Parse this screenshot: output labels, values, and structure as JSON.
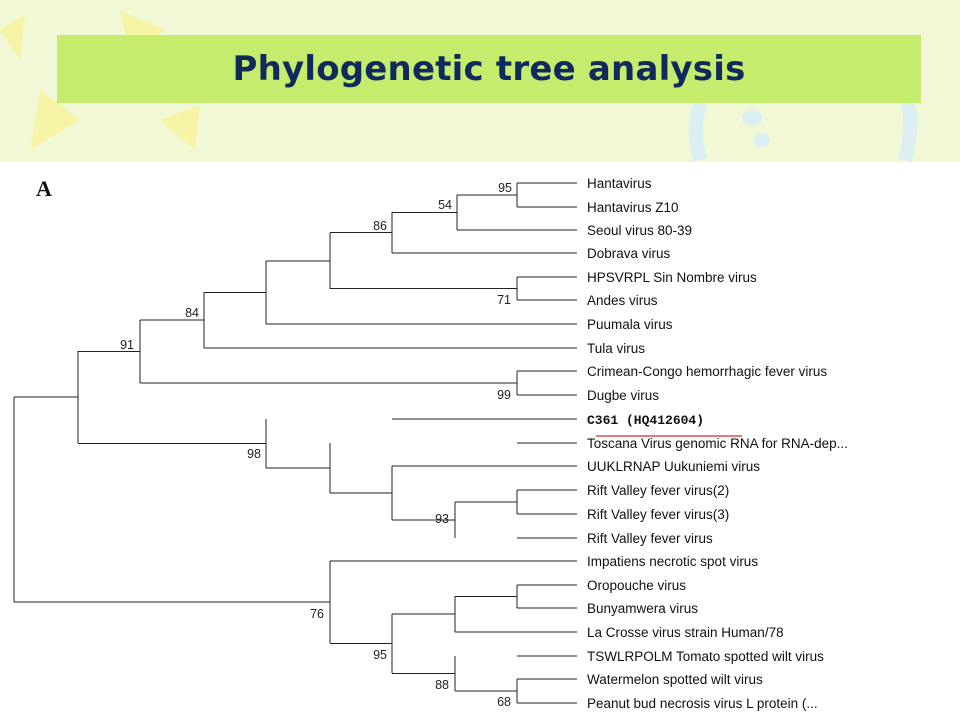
{
  "slide": {
    "title": "Phylogenetic tree analysis",
    "panel_label": "A",
    "highlight_color": "#d9534f",
    "title_color": "#102a5e",
    "title_bar_color": "#c5ec6c"
  },
  "tree": {
    "leaves": [
      "Hantavirus",
      "Hantavirus Z10",
      "Seoul virus 80-39",
      "Dobrava virus",
      "HPSVRPL Sin Nombre virus",
      "Andes virus",
      "Puumala virus",
      "Tula virus",
      "Crimean-Congo hemorrhagic fever virus",
      "Dugbe virus",
      "C361 (HQ412604)",
      "Toscana Virus genomic RNA for RNA-dep...",
      "UUKLRNAP Uukuniemi virus",
      "Rift Valley fever virus(2)",
      "Rift Valley fever virus(3)",
      "Rift Valley fever virus",
      "Impatiens necrotic spot virus",
      "Oropouche virus",
      "Bunyamwera virus",
      "La Crosse virus strain Human/78",
      "TSWLRPOLM Tomato spotted wilt virus",
      "Watermelon spotted wilt virus",
      "Peanut bud necrosis virus L protein (..."
    ],
    "highlighted_leaf": "C361 (HQ412604)",
    "bootstrap_values": [
      "95",
      "54",
      "86",
      "71",
      "84",
      "91",
      "99",
      "98",
      "93",
      "76",
      "95",
      "88",
      "68"
    ]
  }
}
